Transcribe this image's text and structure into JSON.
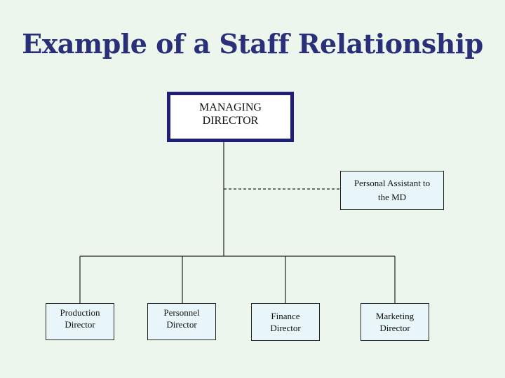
{
  "title": "Example of a Staff Relationship",
  "nodes": {
    "managing_director": "MANAGING\nDIRECTOR",
    "personal_assistant": "Personal Assistant to\nthe MD",
    "production_director": "Production\nDirector",
    "personnel_director": "Personnel\nDirector",
    "finance_director": "Finance\nDirector",
    "marketing_director": "Marketing\nDirector"
  },
  "colors": {
    "background": "#ecf6ec",
    "title": "#2a2f7a",
    "md_border": "#1f1f78",
    "box_fill": "#e8f6fa"
  }
}
